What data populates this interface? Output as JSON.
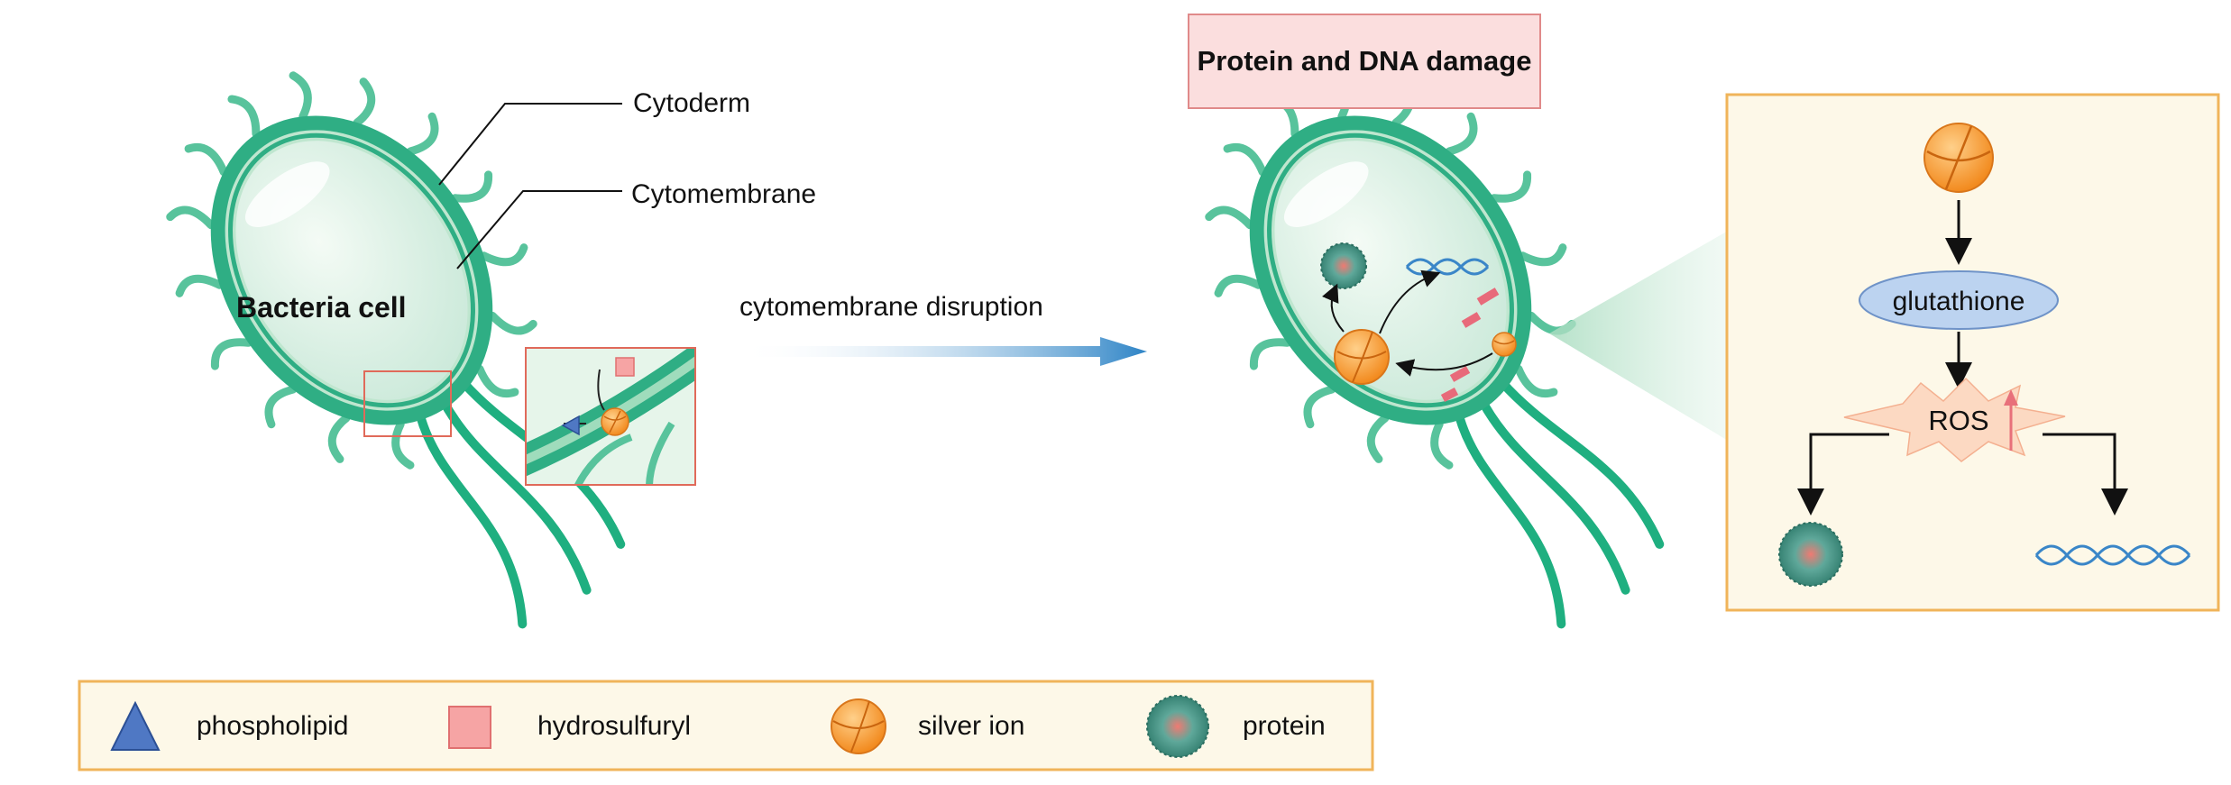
{
  "colors": {
    "membrane": "#2fae84",
    "cell_fill": "#d5eedd",
    "cell_inner": "#e6f5ea",
    "flagella": "#1faf80",
    "silver": "#f5a03a",
    "damage_box_fill": "#fbdede",
    "damage_box_stroke": "#e08a8a",
    "panel_fill": "#fdf8e8",
    "panel_stroke": "#f0b45a",
    "arrow_blue": "#2e84c6",
    "glutathione_fill": "#bcd3f0",
    "ros_fill": "#fcd9c2",
    "dna": "#3a86c8",
    "red_dash": "#e86a7a",
    "zoom_box": "#e06a5a"
  },
  "labels": {
    "cytoderm": "Cytoderm",
    "cytomembrane": "Cytomembrane",
    "bacteria_cell": "Bacteria cell",
    "arrow_label": "cytomembrane disruption",
    "damage_title": "Protein and DNA damage",
    "glutathione": "glutathione",
    "ros": "ROS"
  },
  "legend": [
    {
      "icon": "phospholipid-icon",
      "label": "phospholipid"
    },
    {
      "icon": "hydrosulfuryl-icon",
      "label": "hydrosulfuryl"
    },
    {
      "icon": "silver-ion-icon",
      "label": "silver ion"
    },
    {
      "icon": "protein-icon",
      "label": "protein"
    }
  ]
}
